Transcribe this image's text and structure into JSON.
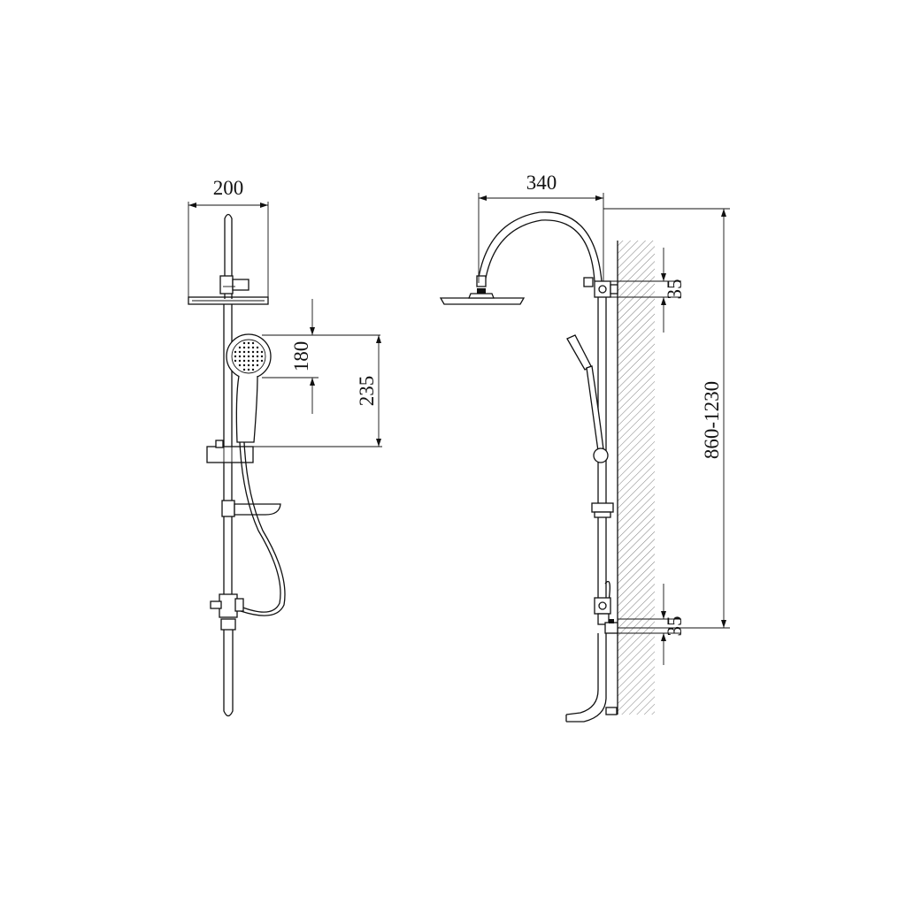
{
  "front_view": {
    "width_label": "200",
    "handshower_label": "180",
    "slider_label": "235"
  },
  "side_view": {
    "arm_reach_label": "340",
    "top_bracket_label": "35",
    "height_label": "860-1230",
    "bottom_bracket_label": "35"
  },
  "colors": {
    "line": "#111111",
    "background": "#ffffff"
  }
}
